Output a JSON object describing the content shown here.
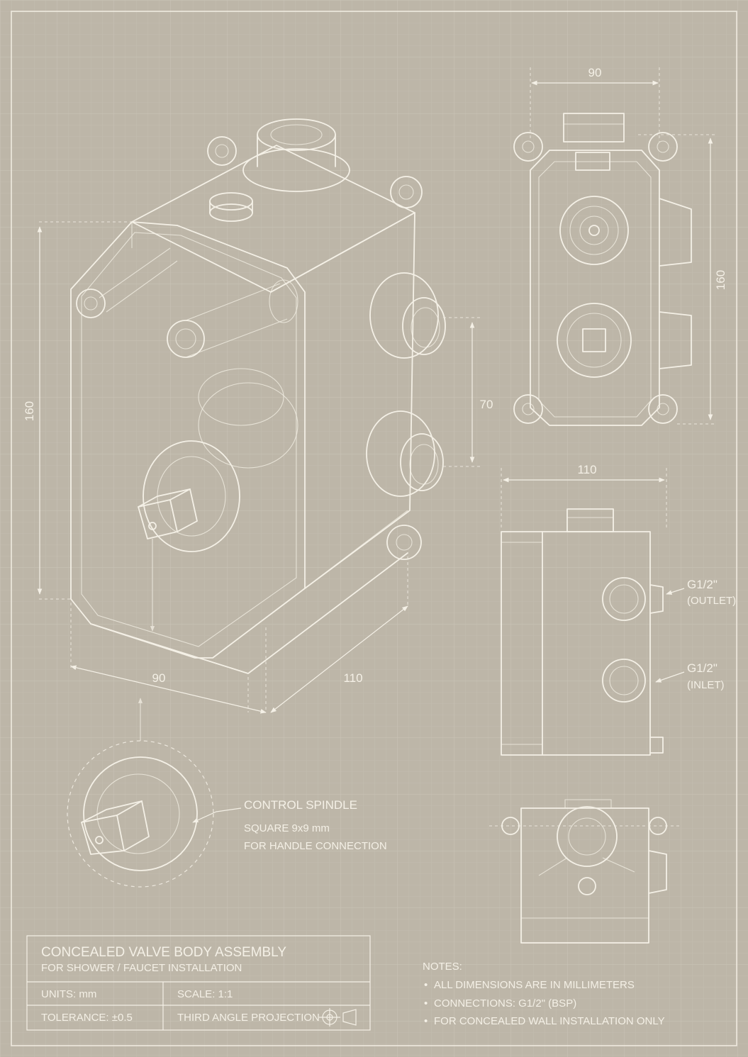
{
  "iso_view": {
    "dim_height": "160",
    "dim_width": "90",
    "dim_depth": "110",
    "dim_port_spacing": "70"
  },
  "front_view": {
    "dim_width": "90",
    "dim_height": "160"
  },
  "side_view": {
    "dim_depth": "110",
    "outlet_size": "G1/2\"",
    "outlet_label": "(OUTLET)",
    "inlet_size": "G1/2\"",
    "inlet_label": "(INLET)"
  },
  "spindle_detail": {
    "title": "CONTROL SPINDLE",
    "line1": "SQUARE 9x9 mm",
    "line2": "FOR HANDLE CONNECTION"
  },
  "title_block": {
    "title": "CONCEALED VALVE BODY ASSEMBLY",
    "subtitle": "FOR SHOWER / FAUCET INSTALLATION",
    "units": "UNITS: mm",
    "scale": "SCALE: 1:1",
    "tolerance": "TOLERANCE: ±0.5",
    "projection": "THIRD ANGLE PROJECTION"
  },
  "notes": {
    "heading": "NOTES:",
    "items": [
      "ALL DIMENSIONS ARE IN MILLIMETERS",
      "CONNECTIONS: G1/2\" (BSP)",
      "FOR CONCEALED WALL INSTALLATION ONLY"
    ]
  },
  "colors": {
    "paper": "#bdb6a8",
    "line": "#f4f0e6",
    "grid": "#c6c0b3"
  }
}
